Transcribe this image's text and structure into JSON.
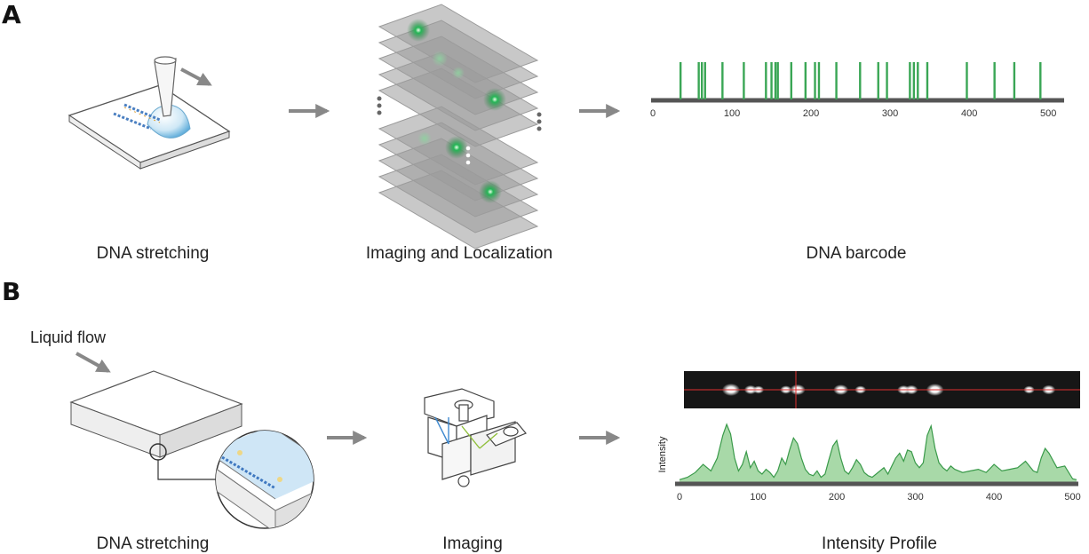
{
  "panels": {
    "a": {
      "letter": "A",
      "captions": [
        "DNA stretching",
        "Imaging and Localization",
        "DNA barcode"
      ]
    },
    "b": {
      "letter": "B",
      "flow_label": "Liquid flow",
      "captions": [
        "DNA stretching",
        "Imaging",
        "Intensity Profile"
      ]
    }
  },
  "colors": {
    "bar_green": "#3aa655",
    "axis_dark": "#555555",
    "profile_fill": "#a8d9a8",
    "profile_line": "#3a9a4a",
    "spot_green": "#1fae4c",
    "red_line": "#e03030",
    "arrow_gray": "#888888"
  },
  "chart_data": [
    {
      "type": "barcode",
      "xlim": [
        0,
        520
      ],
      "xticks": [
        0,
        100,
        200,
        300,
        400,
        500
      ],
      "positions": [
        35,
        58,
        62,
        66,
        88,
        115,
        143,
        150,
        155,
        158,
        175,
        193,
        205,
        210,
        232,
        262,
        285,
        296,
        325,
        330,
        335,
        347,
        397,
        432,
        457,
        490
      ]
    },
    {
      "type": "area",
      "ylabel": "Intensity",
      "xlim": [
        0,
        505
      ],
      "xticks": [
        0,
        100,
        200,
        300,
        400,
        500
      ],
      "x": [
        0,
        10,
        20,
        30,
        40,
        48,
        55,
        60,
        65,
        70,
        75,
        80,
        85,
        90,
        95,
        100,
        105,
        110,
        115,
        120,
        125,
        130,
        135,
        140,
        145,
        150,
        155,
        160,
        165,
        170,
        175,
        180,
        185,
        190,
        195,
        200,
        205,
        210,
        215,
        220,
        225,
        230,
        235,
        240,
        245,
        250,
        255,
        260,
        265,
        270,
        275,
        280,
        285,
        290,
        295,
        300,
        305,
        310,
        315,
        320,
        325,
        330,
        335,
        340,
        345,
        350,
        360,
        370,
        380,
        390,
        400,
        410,
        420,
        430,
        440,
        450,
        455,
        460,
        465,
        470,
        480,
        490,
        500,
        505
      ],
      "y": [
        3,
        6,
        12,
        22,
        14,
        30,
        58,
        72,
        60,
        30,
        14,
        22,
        38,
        18,
        26,
        14,
        10,
        16,
        12,
        6,
        14,
        30,
        22,
        40,
        55,
        48,
        30,
        16,
        10,
        8,
        14,
        6,
        10,
        28,
        45,
        52,
        30,
        14,
        10,
        18,
        28,
        22,
        12,
        8,
        6,
        10,
        14,
        18,
        10,
        20,
        30,
        36,
        26,
        40,
        38,
        24,
        18,
        24,
        58,
        70,
        42,
        24,
        18,
        14,
        20,
        16,
        12,
        14,
        16,
        12,
        22,
        14,
        16,
        18,
        26,
        14,
        12,
        30,
        42,
        36,
        18,
        20,
        4,
        3
      ]
    }
  ]
}
